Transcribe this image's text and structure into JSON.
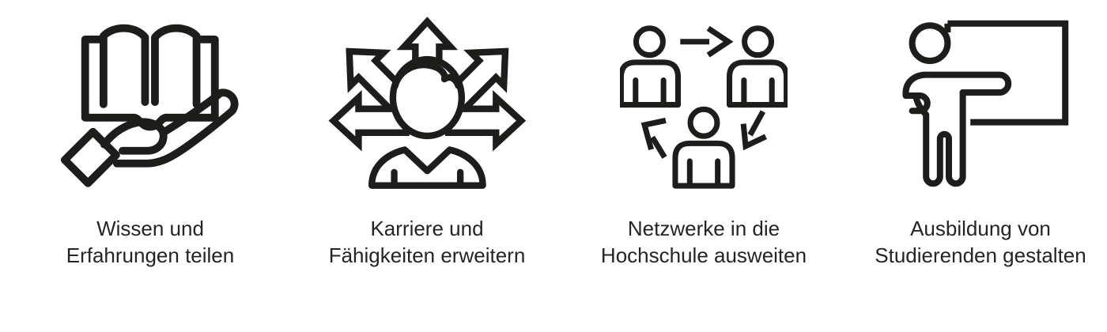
{
  "colors": {
    "background": "#ffffff",
    "icon_stroke": "#1d1d1b",
    "text": "#242424"
  },
  "features": [
    {
      "id": "wissen-teilen",
      "icon": "book-on-hand-icon",
      "lines": [
        "Wissen und",
        "Erfahrungen teilen"
      ]
    },
    {
      "id": "karriere-erweitern",
      "icon": "person-direction-arrows-icon",
      "lines": [
        "Karriere und",
        "Fähigkeiten erweitern"
      ]
    },
    {
      "id": "netzwerke-ausweiten",
      "icon": "people-network-arrows-icon",
      "lines": [
        "Netzwerke in die",
        "Hochschule ausweiten"
      ]
    },
    {
      "id": "ausbildung-gestalten",
      "icon": "teacher-whiteboard-icon",
      "lines": [
        "Ausbildung von",
        "Studierenden gestalten"
      ]
    }
  ]
}
